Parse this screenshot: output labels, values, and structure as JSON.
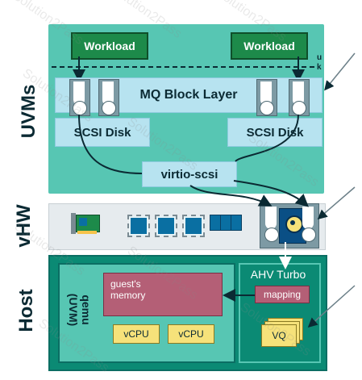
{
  "layers": {
    "uvms": "UVMs",
    "vhw": "vHW",
    "host": "Host"
  },
  "uvm": {
    "workload_left": "Workload",
    "workload_right": "Workload",
    "user_kernel_marker": "u\nk",
    "mq_block_layer": "MQ Block Layer",
    "scsi_disk_left": "SCSI Disk",
    "scsi_disk_right": "SCSI Disk",
    "virtio_scsi": "virtio-scsi"
  },
  "host": {
    "qemu_label": "qemu\n(UVM)",
    "guest_memory": "guest's\nmemory",
    "vcpu_left": "vCPU",
    "vcpu_right": "vCPU",
    "ahv_turbo": "AHV Turbo",
    "mapping": "mapping",
    "vq": "VQ"
  },
  "watermark": "Solution2Pass",
  "colors": {
    "teal": "#57c6b3",
    "teal_dark": "#0b6e63",
    "light_blue": "#b7e3f0",
    "green": "#1d8a4a",
    "pink": "#b45f76",
    "yellow": "#f6e27a",
    "chip_blue": "#0a6fa2",
    "vhw_bg": "#e6ebee"
  },
  "icons": [
    "arrow-icon",
    "queue-icon",
    "chip-icon",
    "disk-icon",
    "pcie-card-icon",
    "memory-module-icon"
  ]
}
